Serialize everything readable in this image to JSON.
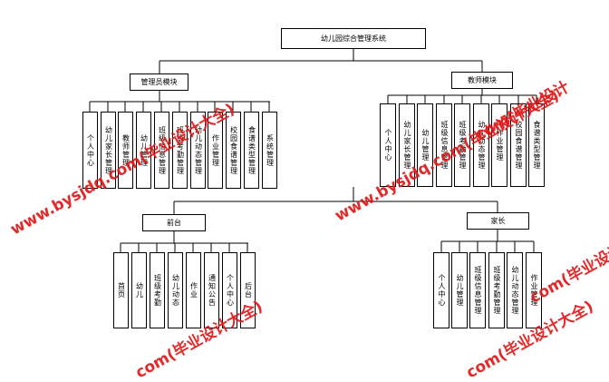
{
  "root": "幼儿园综合管理系统",
  "modules": {
    "admin": {
      "label": "管理员模块",
      "children": [
        "个人中心",
        "幼儿家长管理",
        "教师管理",
        "幼儿管理",
        "班级信息管理",
        "班级考勤管理",
        "幼儿动态管理",
        "作业管理",
        "校园食谱管理",
        "食谱类型管理",
        "系统管理"
      ]
    },
    "teacher": {
      "label": "教师模块",
      "children": [
        "个人中心",
        "幼儿家长管理",
        "幼儿管理",
        "班级信息管理",
        "班级考勤管理",
        "幼儿动态管理",
        "作业管理",
        "校园食谱管理",
        "食谱类型管理"
      ]
    },
    "front": {
      "label": "前台",
      "children": [
        "首页",
        "幼儿",
        "班级考勤",
        "幼儿动态",
        "作业",
        "通知公告",
        "个人中心",
        "后台"
      ]
    },
    "parent": {
      "label": "家长",
      "children": [
        "个人中心",
        "幼儿管理",
        "班级信息管理",
        "班级考勤管理",
        "幼儿动态管理",
        "作业管理"
      ]
    }
  },
  "watermarks": [
    "www.bysjdq.com(毕业设计大全)",
    "www.bysjdq.com(毕业设计大全)",
    "com(毕业设计大全)",
    "com(毕业设计大全)",
    "com(毕业设计",
    "com(毕业设计"
  ]
}
